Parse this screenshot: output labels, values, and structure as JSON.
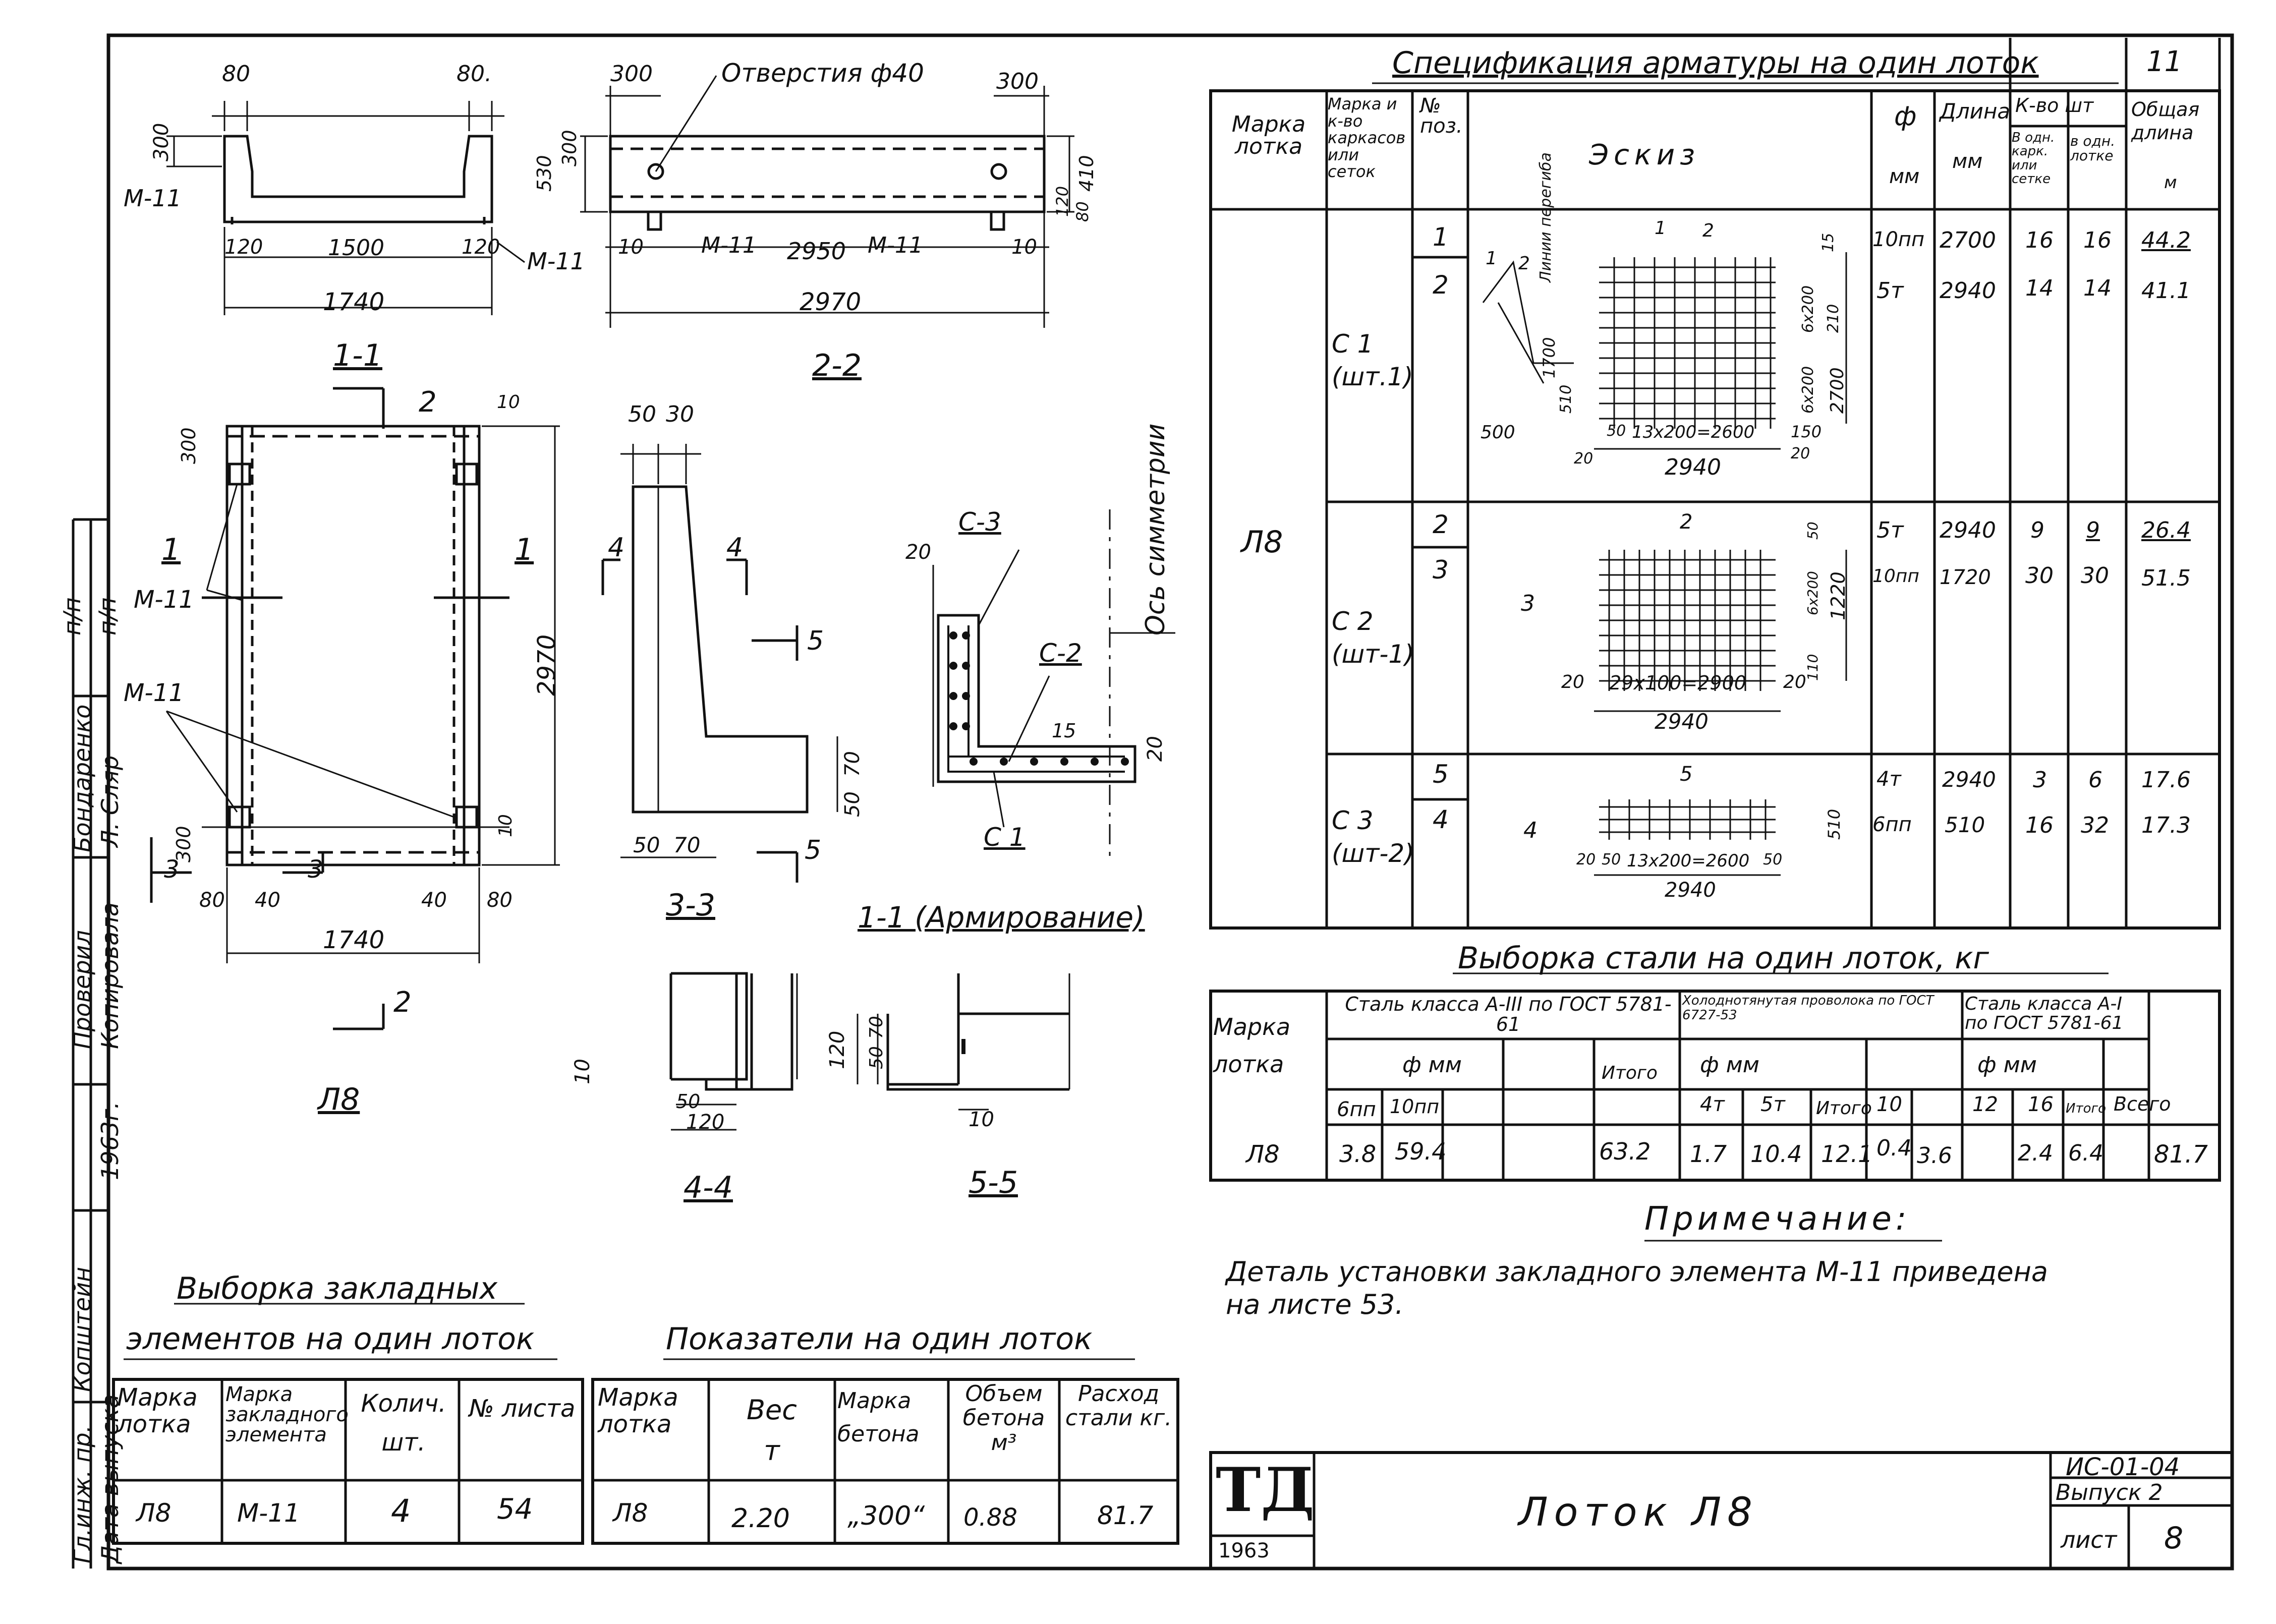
{
  "sheet_number": "11",
  "binding_strip": {
    "p_p_1": "п/п",
    "p_p_2": "п/п",
    "checked_label": "Проверил",
    "checked_name": "Бондаренко",
    "drawn_label": "Копировала",
    "drawn_name": "Л. Сляр",
    "year": "1963г.",
    "chief_label": "Гл.инж. пр.",
    "chief_name": "Копштейн",
    "release_label": "Дата выпуска"
  },
  "drawing_1_1": {
    "dims_top": [
      "80",
      "80."
    ],
    "dim_left": "300",
    "dims_bottom": [
      "120",
      "1500",
      "120"
    ],
    "overall": "1740",
    "embed_left": "М-11",
    "embed_right": "М-11",
    "caption": "1-1"
  },
  "drawing_2_2": {
    "dims_top": [
      "300",
      "300"
    ],
    "holes_label": "Отверстия ф40",
    "dims_left": [
      "300",
      "530"
    ],
    "dims_right": [
      "410",
      "120",
      "80"
    ],
    "dims_inner": [
      "10",
      "М-11",
      "2950",
      "М-11",
      "10"
    ],
    "overall": "2970",
    "caption": "2-2"
  },
  "drawing_plan": {
    "section_marks": [
      "1",
      "1",
      "2",
      "2",
      "3",
      "3"
    ],
    "dims": [
      "300",
      "10",
      "2970",
      "300",
      "10",
      "80",
      "40",
      "40",
      "80"
    ],
    "embed_labels": [
      "М-11",
      "М-11"
    ],
    "overall": "1740",
    "caption": "Л8"
  },
  "drawing_3_3": {
    "dims_top": [
      "50",
      "30"
    ],
    "dims_bottom": [
      "50",
      "70"
    ],
    "dims_right": [
      "70",
      "50"
    ],
    "section_marks": [
      "4",
      "4",
      "5",
      "5"
    ],
    "caption": "3-3"
  },
  "drawing_armir": {
    "labels": [
      "С-3",
      "С-2",
      "С 1"
    ],
    "dims": [
      "20",
      "15",
      "20"
    ],
    "axis_label": "Ось симметрии",
    "caption": "1-1 (Армирование)"
  },
  "drawing_4_4": {
    "dims": [
      "10",
      "50",
      "120"
    ],
    "caption": "4-4"
  },
  "drawing_5_5": {
    "dims": [
      "120",
      "50",
      "70",
      "10"
    ],
    "caption": "5-5"
  },
  "spec_table": {
    "title": "Спецификация арматуры на один лоток",
    "headers": {
      "mark": "Марка лотка",
      "carcass": "Марка и к-во каркасов или сеток",
      "pos": "№ поз.",
      "sketch": "Эскиз",
      "phi": "ф",
      "phi_unit": "мм",
      "length": "Длина",
      "length_unit": "мм",
      "count": "К-во шт",
      "count_per_carcass": "В одн. карк. или сетке",
      "count_per_tray": "в одн. лотке",
      "total": "Общая длина",
      "total_unit": "м"
    },
    "tray_mark": "Л8",
    "groups": [
      {
        "carcass": "С 1 (шт.1)",
        "rows": [
          {
            "pos": "1",
            "phi": "10пп",
            "length": "2700",
            "per_carcass": "16",
            "per_tray": "16",
            "total": "44.2"
          },
          {
            "pos": "2",
            "phi": "5т",
            "length": "2940",
            "per_carcass": "14",
            "per_tray": "14",
            "total": "41.1"
          }
        ],
        "sketch_labels": [
          "1",
          "2",
          "1",
          "2",
          "Линии перегиба",
          "1700",
          "510",
          "500",
          "50",
          "13х200=2600",
          "150",
          "20",
          "2940",
          "20",
          "15",
          "6х200",
          "6х200",
          "210",
          "2700"
        ]
      },
      {
        "carcass": "С 2 (шт-1)",
        "rows": [
          {
            "pos": "2",
            "phi": "5т",
            "length": "2940",
            "per_carcass": "9",
            "per_tray": "9",
            "total": "26.4"
          },
          {
            "pos": "3",
            "phi": "10пп",
            "length": "1720",
            "per_carcass": "30",
            "per_tray": "30",
            "total": "51.5"
          }
        ],
        "sketch_labels": [
          "2",
          "3",
          "20",
          "29х100=2900",
          "20",
          "2940",
          "50",
          "6х200",
          "1220",
          "110"
        ]
      },
      {
        "carcass": "С 3 (шт-2)",
        "rows": [
          {
            "pos": "5",
            "phi": "4т",
            "length": "2940",
            "per_carcass": "3",
            "per_tray": "6",
            "total": "17.6"
          },
          {
            "pos": "4",
            "phi": "6пп",
            "length": "510",
            "per_carcass": "16",
            "per_tray": "32",
            "total": "17.3"
          }
        ],
        "sketch_labels": [
          "5",
          "4",
          "20",
          "50",
          "13х200=2600",
          "50",
          "2940",
          "510"
        ]
      }
    ]
  },
  "steel_table": {
    "title": "Выборка стали на один лоток, кг",
    "h_mark": "Марка лотка",
    "h_group1": "Сталь класса А-III по ГОСТ 5781-61",
    "h_group2": "Холоднотянутая проволока по ГОСТ 6727-53",
    "h_group3": "Сталь класса А-I по ГОСТ 5781-61",
    "h_phi": "ф мм",
    "h_sum": "Итого",
    "h_all": "Всего",
    "g1_cols": [
      "6пп",
      "10пп",
      ""
    ],
    "g2_cols": [
      "4т",
      "5т"
    ],
    "g3_cols": [
      "10",
      "12",
      "16"
    ],
    "row": {
      "mark": "Л8",
      "g1": [
        "3.8",
        "59.4",
        ""
      ],
      "g1_sum": "63.2",
      "g2": [
        "1.7",
        "10.4"
      ],
      "g2_sum": "12.1",
      "g3": [
        "0.4",
        "3.6",
        "2.4"
      ],
      "g3_sum": "6.4",
      "all": "81.7"
    }
  },
  "note": {
    "title": "Примечание:",
    "text_1": "Деталь установки закладного элемента М-11 приведена",
    "text_2": "на листе 53."
  },
  "embed_table": {
    "title_1": "Выборка закладных",
    "title_2": "элементов на один лоток",
    "headers": [
      "Марка лотка",
      "Марка закладного элемента",
      "Колич. шт.",
      "№ листа"
    ],
    "row": [
      "Л8",
      "М-11",
      "4",
      "54"
    ]
  },
  "indicators_table": {
    "title": "Показатели на один лоток",
    "headers": [
      "Марка лотка",
      "Вес т",
      "Марка бетона",
      "Объем бетона м³",
      "Расход стали кг."
    ],
    "row": [
      "Л8",
      "2.20",
      "„300“",
      "0.88",
      "81.7"
    ]
  },
  "title_block": {
    "logo": "ТД",
    "logo_year": "1963",
    "name": "Лоток Л8",
    "series": "ИС-01-04",
    "issue": "Выпуск 2",
    "sheet_label": "лист",
    "sheet_num": "8"
  }
}
